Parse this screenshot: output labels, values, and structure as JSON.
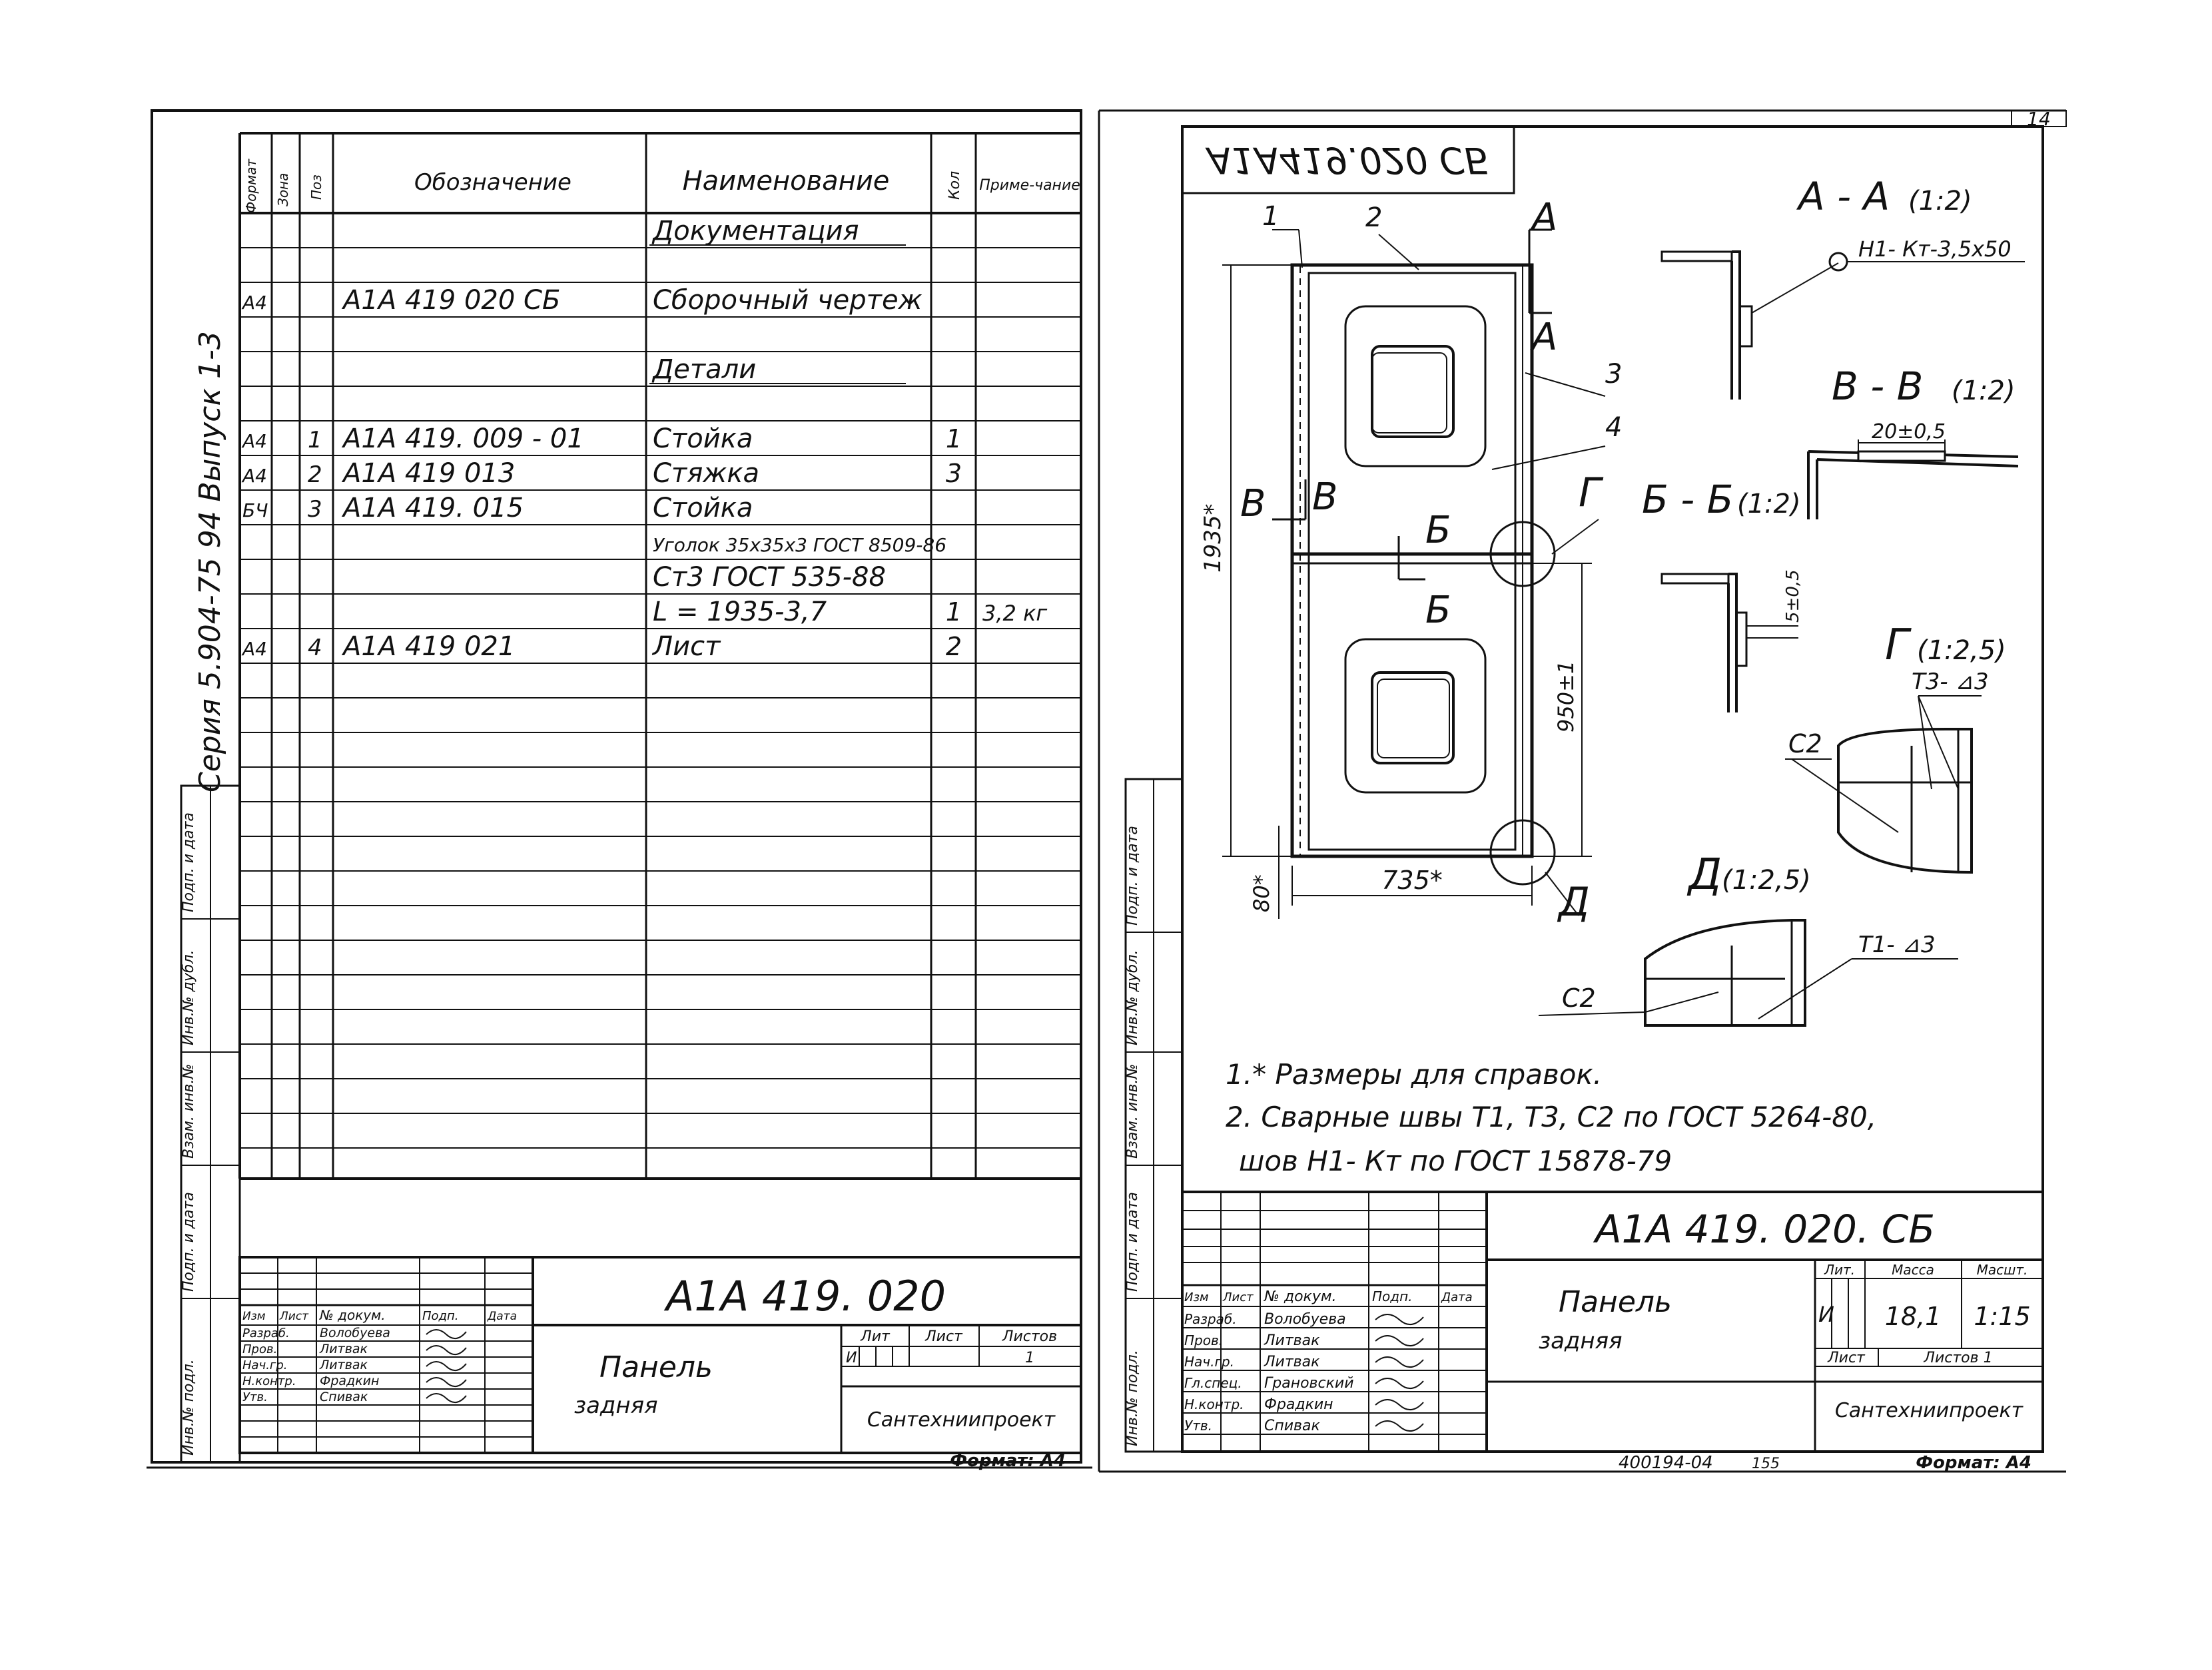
{
  "sheet_number": "14",
  "left_sheet": {
    "side_stamp": "Серия 5.904-75 94   Выпуск 1-3",
    "spec_headers": {
      "format": "Формат",
      "zone": "Зона",
      "pos": "Поз",
      "designation": "Обозначение",
      "name": "Наименование",
      "qty": "Кол",
      "note": "Приме-чание"
    },
    "rows": [
      {
        "format": "",
        "pos": "",
        "designation": "",
        "name": "Документация",
        "qty": "",
        "note": "",
        "underline": true
      },
      {
        "format": "",
        "pos": "",
        "designation": "",
        "name": "",
        "qty": "",
        "note": ""
      },
      {
        "format": "А4",
        "pos": "",
        "designation": "А1А 419 020 СБ",
        "name": "Сборочный чертеж",
        "qty": "",
        "note": ""
      },
      {
        "format": "",
        "pos": "",
        "designation": "",
        "name": "",
        "qty": "",
        "note": ""
      },
      {
        "format": "",
        "pos": "",
        "designation": "",
        "name": "Детали",
        "qty": "",
        "note": "",
        "underline": true
      },
      {
        "format": "",
        "pos": "",
        "designation": "",
        "name": "",
        "qty": "",
        "note": ""
      },
      {
        "format": "А4",
        "pos": "1",
        "designation": "А1А 419. 009 - 01",
        "name": "Стойка",
        "qty": "1",
        "note": ""
      },
      {
        "format": "А4",
        "pos": "2",
        "designation": "А1А 419 013",
        "name": "Стяжка",
        "qty": "3",
        "note": ""
      },
      {
        "format": "БЧ",
        "pos": "3",
        "designation": "А1А 419. 015",
        "name": "Стойка",
        "qty": "",
        "note": ""
      },
      {
        "format": "",
        "pos": "",
        "designation": "",
        "name": "Уголок 35х35х3 ГОСТ 8509-86",
        "qty": "",
        "note": ""
      },
      {
        "format": "",
        "pos": "",
        "designation": "",
        "name": "Ст3 ГОСТ 535-88",
        "qty": "",
        "note": ""
      },
      {
        "format": "",
        "pos": "",
        "designation": "",
        "name": "L = 1935-3,7",
        "qty": "1",
        "note": "3,2 кг"
      },
      {
        "format": "А4",
        "pos": "4",
        "designation": "А1А 419 021",
        "name": "Лист",
        "qty": "2",
        "note": ""
      },
      {
        "format": "",
        "pos": "",
        "designation": "",
        "name": "",
        "qty": "",
        "note": ""
      },
      {
        "format": "",
        "pos": "",
        "designation": "",
        "name": "",
        "qty": "",
        "note": ""
      },
      {
        "format": "",
        "pos": "",
        "designation": "",
        "name": "",
        "qty": "",
        "note": ""
      },
      {
        "format": "",
        "pos": "",
        "designation": "",
        "name": "",
        "qty": "",
        "note": ""
      },
      {
        "format": "",
        "pos": "",
        "designation": "",
        "name": "",
        "qty": "",
        "note": ""
      },
      {
        "format": "",
        "pos": "",
        "designation": "",
        "name": "",
        "qty": "",
        "note": ""
      },
      {
        "format": "",
        "pos": "",
        "designation": "",
        "name": "",
        "qty": "",
        "note": ""
      },
      {
        "format": "",
        "pos": "",
        "designation": "",
        "name": "",
        "qty": "",
        "note": ""
      },
      {
        "format": "",
        "pos": "",
        "designation": "",
        "name": "",
        "qty": "",
        "note": ""
      },
      {
        "format": "",
        "pos": "",
        "designation": "",
        "name": "",
        "qty": "",
        "note": ""
      },
      {
        "format": "",
        "pos": "",
        "designation": "",
        "name": "",
        "qty": "",
        "note": ""
      },
      {
        "format": "",
        "pos": "",
        "designation": "",
        "name": "",
        "qty": "",
        "note": ""
      },
      {
        "format": "",
        "pos": "",
        "designation": "",
        "name": "",
        "qty": "",
        "note": ""
      },
      {
        "format": "",
        "pos": "",
        "designation": "",
        "name": "",
        "qty": "",
        "note": ""
      },
      {
        "format": "",
        "pos": "",
        "designation": "",
        "name": "",
        "qty": "",
        "note": ""
      }
    ],
    "side_labels": [
      "Подп. и дата",
      "Инв.№ дубл.",
      "Взам. инв.№",
      "Подп. и дата",
      "Инв.№ подл."
    ],
    "title_block": {
      "designation": "А1А 419. 020",
      "name_line1": "Панель",
      "name_line2": "задняя",
      "hdr_izm": "Изм",
      "hdr_list": "Лист",
      "hdr_doc": "№ докум.",
      "hdr_podp": "Подп.",
      "hdr_data": "Дата",
      "roles": [
        "Разраб.",
        "Пров.",
        "Нач.гр.",
        "Н.контр.",
        "Утв."
      ],
      "people": [
        "Волобуева",
        "Литвак",
        "Литвак",
        "Фрадкин",
        "Спивак"
      ],
      "lit_label": "Лит",
      "sheet_label": "Лист",
      "sheets_label": "Листов",
      "lit_value": "И",
      "sheets_value": "1",
      "organization": "Сантехниипроект"
    },
    "format_note": "Формат: А4"
  },
  "right_sheet": {
    "mirrored_code": "А1А419.020 СБ",
    "callouts": [
      "1",
      "2",
      "3",
      "4",
      "А",
      "А",
      "Б",
      "Б",
      "В",
      "В",
      "Г",
      "Д"
    ],
    "dims": {
      "height": "1935*",
      "width": "735*",
      "bottom": "80*",
      "mid": "950±1"
    },
    "section_labels": {
      "aa": "А - А",
      "aa_scale": "(1:2)",
      "bb": "В - В",
      "bb_scale": "(1:2)",
      "bsec": "Б - Б",
      "bsec_scale": "(1:2)",
      "g": "Г",
      "g_scale": "(1:2,5)",
      "d": "Д",
      "d_scale": "(1:2,5)"
    },
    "weld_labels": {
      "aa_weld": "Н1- Кт-3,5х50",
      "bb_dim": "20±0,5",
      "bsec_dim": "5±0,5",
      "g_weld": "Т3- ⊿3",
      "g_c2": "С2",
      "d_weld": "Т1- ⊿3",
      "d_c2": "С2"
    },
    "notes": [
      "1.* Размеры для справок.",
      "2. Сварные швы Т1, Т3, С2 по ГОСТ 5264-80,",
      "шов Н1- Кт по ГОСТ 15878-79"
    ],
    "side_labels": [
      "Подп. и дата",
      "Инв.№ дубл.",
      "Взам. инв.№",
      "Подп. и дата",
      "Инв.№ подл."
    ],
    "title_block": {
      "designation": "А1А 419. 020. СБ",
      "name_line1": "Панель",
      "name_line2": "задняя",
      "hdr_izm": "Изм",
      "hdr_list": "Лист",
      "hdr_doc": "№ докум.",
      "hdr_podp": "Подп.",
      "hdr_data": "Дата",
      "roles": [
        "Разраб.",
        "Пров.",
        "Нач.гр.",
        "Гл.спец.",
        "Н.контр.",
        "Утв."
      ],
      "people": [
        "Волобуева",
        "Литвак",
        "Литвак",
        "Грановский",
        "Фрадкин",
        "Спивак"
      ],
      "lit_label": "Лит.",
      "mass_label": "Масса",
      "scale_label": "Масшт.",
      "lit_value": "И",
      "mass_value": "18,1",
      "scale_value": "1:15",
      "sheet_label": "Лист",
      "sheets_label": "Листов 1",
      "organization": "Сантехниипроект"
    },
    "archive_code": "400194-04",
    "archive_page": "155",
    "format_note": "Формат: А4"
  }
}
